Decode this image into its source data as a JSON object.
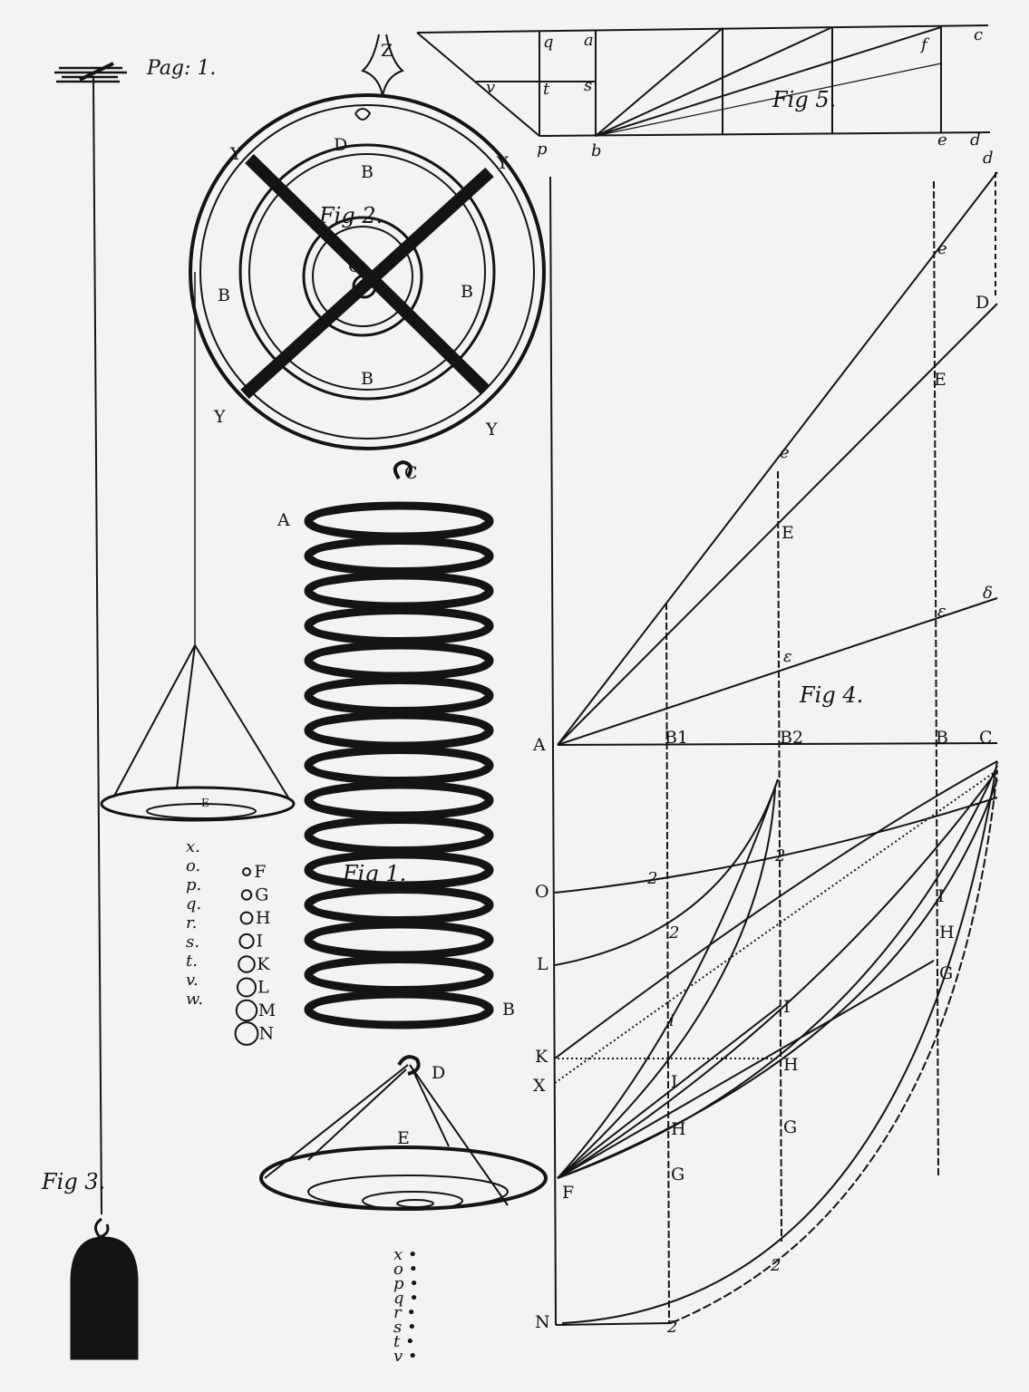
{
  "page_label": "Pag: 1.",
  "figures": {
    "fig1": "Fig 1.",
    "fig2": "Fig 2.",
    "fig3": "Fig 3.",
    "fig4": "Fig 4.",
    "fig5": "Fig 5."
  },
  "fig5_labels": {
    "q": "q",
    "a": "a",
    "v": "v",
    "t": "t",
    "s": "s",
    "p": "p",
    "b": "b",
    "f": "f",
    "c": "c",
    "e": "e",
    "d": "d"
  },
  "fig2_labels": {
    "z": "Z",
    "d": "D",
    "b_top": "B",
    "b_left": "B",
    "b_right": "B",
    "b_bottom": "B",
    "y_tl": "Y",
    "y_tr": "Y",
    "y_bl": "Y",
    "y_br": "Y",
    "c": "C"
  },
  "fig1_labels": {
    "c": "C",
    "a": "A",
    "b": "B",
    "d": "D",
    "e": "E",
    "e_small": "E"
  },
  "fig4_labels": {
    "d_top": "d",
    "e_top": "e",
    "D": "D",
    "E_right": "E",
    "e_mid": "e",
    "E_mid": "E",
    "eps_right": "ε",
    "delta": "δ",
    "eps_mid": "ε",
    "A": "A",
    "B1": "B1",
    "B2": "B2",
    "B": "B",
    "C": "C",
    "O": "O",
    "two_o1": "2",
    "two_o2": "2",
    "L": "L",
    "two_l": "2",
    "I_right": "I",
    "H_right": "H",
    "G_right": "G",
    "i_small": "i",
    "I_mid": "I",
    "K": "K",
    "X": "X",
    "H_mid": "H",
    "I_left": "I",
    "H_left": "H",
    "G_mid": "G",
    "F": "F",
    "G_left": "G",
    "N": "N",
    "two_n1": "2",
    "two_n2": "2"
  },
  "scale_left": [
    "x.",
    "o.",
    "p.",
    "q.",
    "r.",
    "s.",
    "t.",
    "v.",
    "w."
  ],
  "weights": [
    "F",
    "G",
    "H",
    "I",
    "K",
    "L",
    "M",
    "N"
  ],
  "scale_bottom": [
    "x",
    "o",
    "p",
    "q",
    "r",
    "s",
    "t",
    "v"
  ],
  "colors": {
    "ink": "#141414",
    "paper": "#f3f3f1"
  }
}
